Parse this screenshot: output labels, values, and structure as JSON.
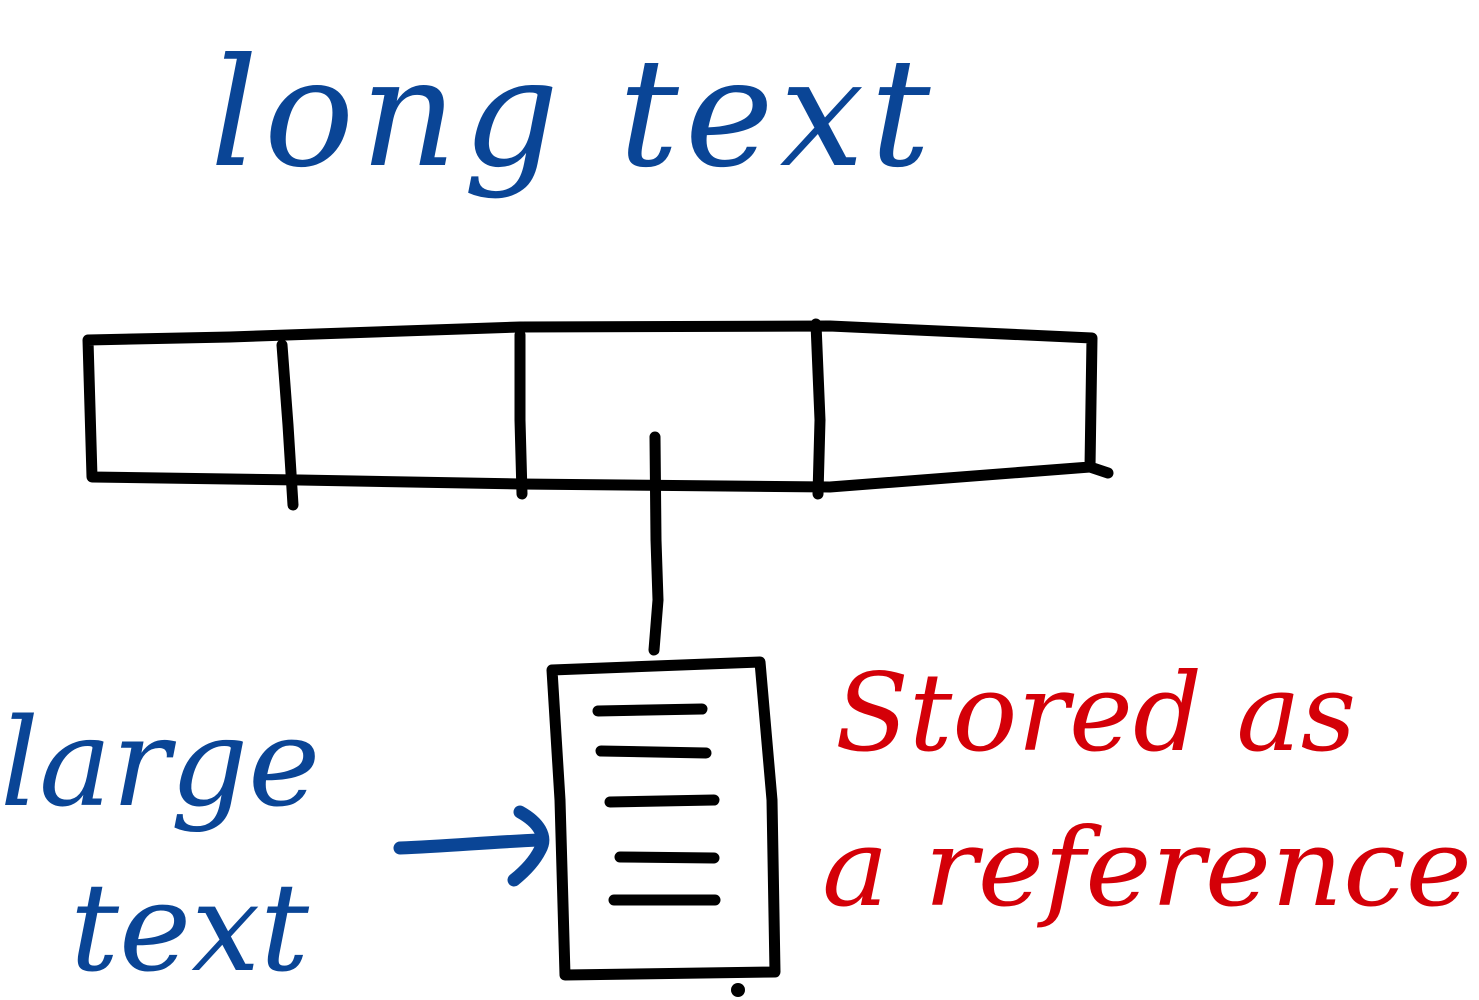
{
  "labels": {
    "title": "long text",
    "side_line1": "large",
    "side_line2": "text",
    "note_line1": "Stored as",
    "note_line2": "a reference"
  },
  "diagram": {
    "row_cells": 4,
    "pointer_from_cell": 3,
    "document_lines": 5
  },
  "colors": {
    "blue_ink": "#0a4596",
    "red_ink": "#d40008",
    "black_ink": "#000000",
    "background": "#ffffff"
  }
}
